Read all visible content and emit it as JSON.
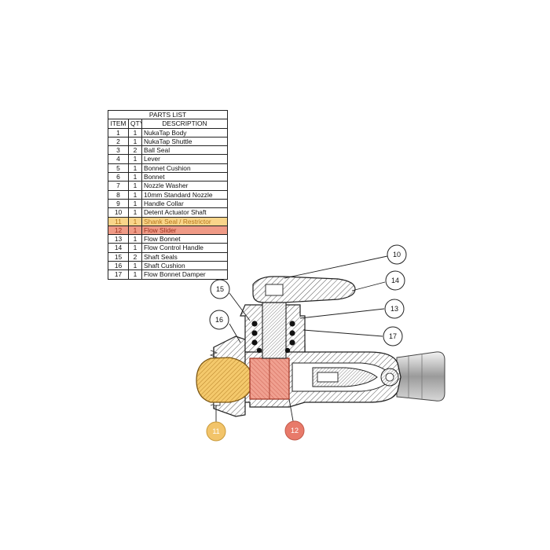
{
  "parts_list": {
    "title": "PARTS LIST",
    "headers": [
      "ITEM",
      "QTY",
      "DESCRIPTION"
    ],
    "rows": [
      {
        "item": "1",
        "qty": "1",
        "description": "NukaTap Body",
        "highlight": ""
      },
      {
        "item": "2",
        "qty": "1",
        "description": "NukaTap Shuttle",
        "highlight": ""
      },
      {
        "item": "3",
        "qty": "2",
        "description": "Ball Seal",
        "highlight": ""
      },
      {
        "item": "4",
        "qty": "1",
        "description": "Lever",
        "highlight": ""
      },
      {
        "item": "5",
        "qty": "1",
        "description": "Bonnet Cushion",
        "highlight": ""
      },
      {
        "item": "6",
        "qty": "1",
        "description": "Bonnet",
        "highlight": ""
      },
      {
        "item": "7",
        "qty": "1",
        "description": "Nozzle Washer",
        "highlight": ""
      },
      {
        "item": "8",
        "qty": "1",
        "description": "10mm Standard Nozzle",
        "highlight": ""
      },
      {
        "item": "9",
        "qty": "1",
        "description": "Handle Collar",
        "highlight": ""
      },
      {
        "item": "10",
        "qty": "1",
        "description": "Detent Actuator Shaft",
        "highlight": ""
      },
      {
        "item": "11",
        "qty": "1",
        "description": "Shank Seal / Restrictor",
        "highlight": "yellow"
      },
      {
        "item": "12",
        "qty": "1",
        "description": "Flow Slider",
        "highlight": "red"
      },
      {
        "item": "13",
        "qty": "1",
        "description": "Flow Bonnet",
        "highlight": ""
      },
      {
        "item": "14",
        "qty": "1",
        "description": "Flow Control Handle",
        "highlight": ""
      },
      {
        "item": "15",
        "qty": "2",
        "description": "Shaft Seals",
        "highlight": ""
      },
      {
        "item": "16",
        "qty": "1",
        "description": "Shaft Cushion",
        "highlight": ""
      },
      {
        "item": "17",
        "qty": "1",
        "description": "Flow Bonnet Damper",
        "highlight": ""
      }
    ]
  },
  "callouts": [
    {
      "id": "10",
      "label": "10",
      "highlight": ""
    },
    {
      "id": "14",
      "label": "14",
      "highlight": ""
    },
    {
      "id": "13",
      "label": "13",
      "highlight": ""
    },
    {
      "id": "15",
      "label": "15",
      "highlight": ""
    },
    {
      "id": "16",
      "label": "16",
      "highlight": ""
    },
    {
      "id": "17",
      "label": "17",
      "highlight": ""
    },
    {
      "id": "11",
      "label": "11",
      "highlight": "yellow"
    },
    {
      "id": "12",
      "label": "12",
      "highlight": "red"
    }
  ],
  "colors": {
    "highlight_yellow": "#f9d58a",
    "highlight_red": "#ef9a86",
    "callout_yellow": "#f2c46a",
    "callout_red": "#e87a6a",
    "line": "#222222"
  }
}
